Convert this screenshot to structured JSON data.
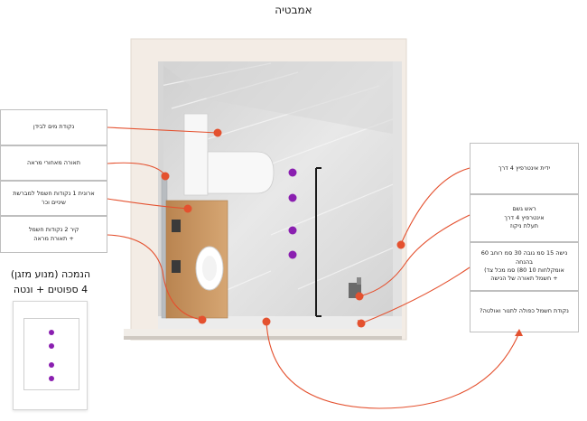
{
  "page": {
    "title": "אמבטיה"
  },
  "notes_left": [
    {
      "text": "נקודת מים לבידן"
    },
    {
      "text": "תאורה מאחורי מראה"
    },
    {
      "text": "ארונית 1 נקודות חשמל למברשת שיניים וכו'"
    },
    {
      "text": "קיר 2 נקודות חשמל\n+ תאורת מראה"
    }
  ],
  "notes_right": [
    {
      "text": "ידית אינטרפיץ 4 דרך"
    },
    {
      "text": "ראש גשם\nאינטרפיץ 4 דרך\nתעלת ניקוז"
    },
    {
      "text": "נישה 15 סמ גובה 30 סמ רוחב 60 בהנחה\nאומקלחות 10 80) סמ מכל צד)\n+ חשמל תאורה של הנישה"
    },
    {
      "text": "נקודת חשמל כפולה לתנור ואולטה?"
    }
  ],
  "ceiling": {
    "title": "הנמכה (מנוע מזגן)\n4 ספוטים + ונטה"
  },
  "colors": {
    "connector": "#e4512f",
    "spot": "#8a1fb0",
    "marble": "#dcdcdc",
    "wood": "#c9955f",
    "frame": "#f3ece5",
    "glass_frame": "#1a1a1a"
  }
}
